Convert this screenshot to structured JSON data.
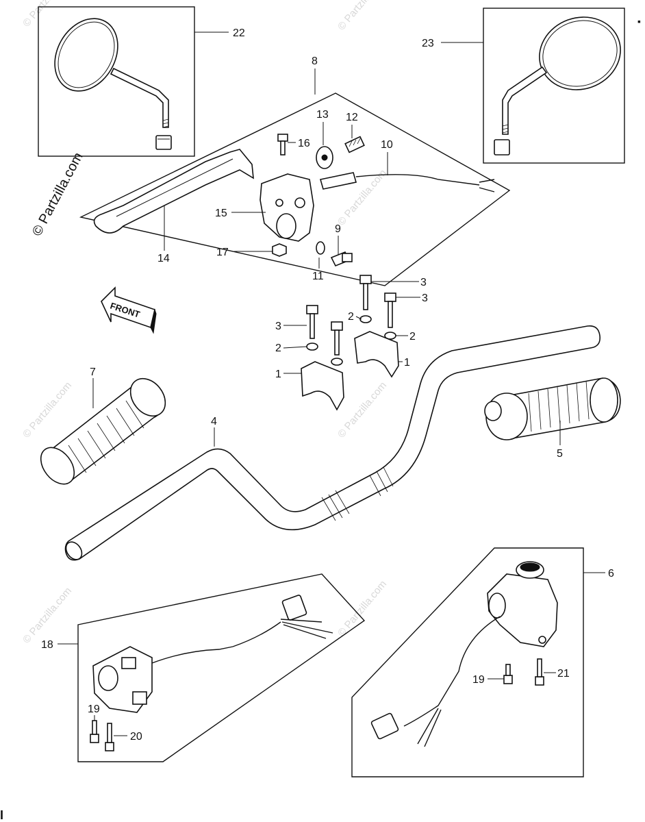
{
  "diagram": {
    "front_arrow_label": "FRONT",
    "watermark_main": "© Partzilla.com",
    "watermark_faint": "© Partzilla.com",
    "callouts": [
      {
        "id": "c22",
        "text": "22"
      },
      {
        "id": "c23",
        "text": "23"
      },
      {
        "id": "c8",
        "text": "8"
      },
      {
        "id": "c13",
        "text": "13"
      },
      {
        "id": "c12",
        "text": "12"
      },
      {
        "id": "c16",
        "text": "16"
      },
      {
        "id": "c10",
        "text": "10"
      },
      {
        "id": "c15",
        "text": "15"
      },
      {
        "id": "c14",
        "text": "14"
      },
      {
        "id": "c17",
        "text": "17"
      },
      {
        "id": "c9",
        "text": "9"
      },
      {
        "id": "c11",
        "text": "11"
      },
      {
        "id": "c3a",
        "text": "3"
      },
      {
        "id": "c3b",
        "text": "3"
      },
      {
        "id": "c3c",
        "text": "3"
      },
      {
        "id": "c2a",
        "text": "2"
      },
      {
        "id": "c2b",
        "text": "2"
      },
      {
        "id": "c2c",
        "text": "2"
      },
      {
        "id": "c1a",
        "text": "1"
      },
      {
        "id": "c1b",
        "text": "1"
      },
      {
        "id": "c7",
        "text": "7"
      },
      {
        "id": "c4",
        "text": "4"
      },
      {
        "id": "c5",
        "text": "5"
      },
      {
        "id": "c6",
        "text": "6"
      },
      {
        "id": "c18",
        "text": "18"
      },
      {
        "id": "c19a",
        "text": "19"
      },
      {
        "id": "c21",
        "text": "21"
      },
      {
        "id": "c19b",
        "text": "19"
      },
      {
        "id": "c20",
        "text": "20"
      }
    ],
    "corner_marks": [
      "▪",
      "I"
    ]
  }
}
